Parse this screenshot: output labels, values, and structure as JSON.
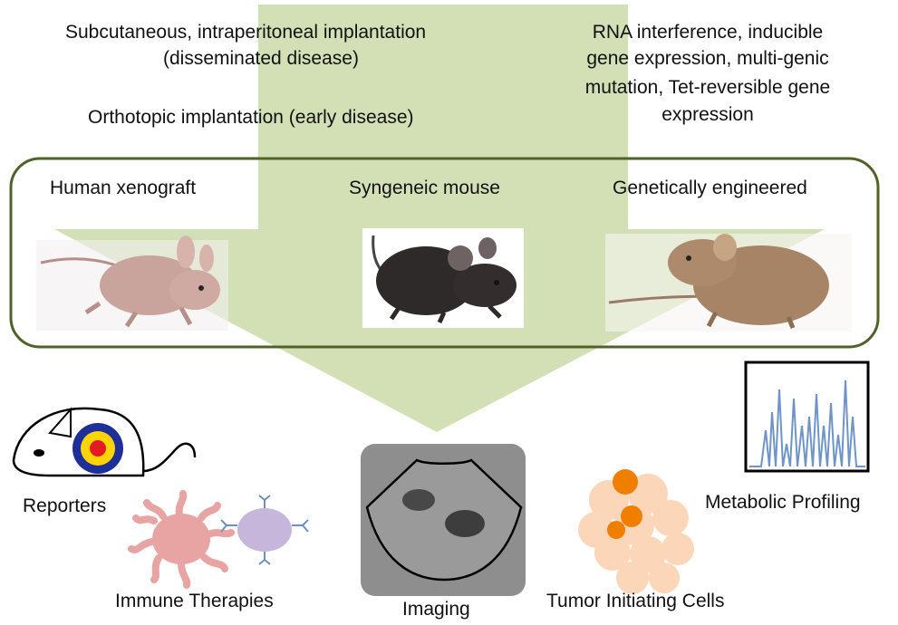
{
  "top_left": {
    "line1": "Subcutaneous, intraperitoneal  implantation",
    "line2": "(disseminated disease)",
    "line3": "Orthotopic implantation (early disease)"
  },
  "top_right": {
    "line1": "RNA interference, inducible",
    "line2": "gene expression, multi-genic",
    "line3": "mutation, Tet-reversible gene",
    "line4": "expression"
  },
  "models": [
    {
      "label": "Human xenograft"
    },
    {
      "label": "Syngeneic mouse"
    },
    {
      "label": "Genetically engineered"
    }
  ],
  "outputs": {
    "reporters": "Reporters",
    "immune": "Immune Therapies",
    "imaging": "Imaging",
    "tumor_cells": "Tumor Initiating Cells",
    "metabolic": "Metabolic Profiling"
  },
  "colors": {
    "arrow": "#d3e0b6",
    "frame": "#4f6228",
    "reporter_ring_outer": "#1f2f99",
    "reporter_ring_mid": "#ffd400",
    "reporter_core": "#e31b23",
    "immune_cell": "#e8a3a3",
    "antibody_cell": "#c6b6dc",
    "tumor_cell": "#fbd6b8",
    "tumor_cell_highlight": "#f07f00",
    "profile_line": "#6f95c8"
  }
}
